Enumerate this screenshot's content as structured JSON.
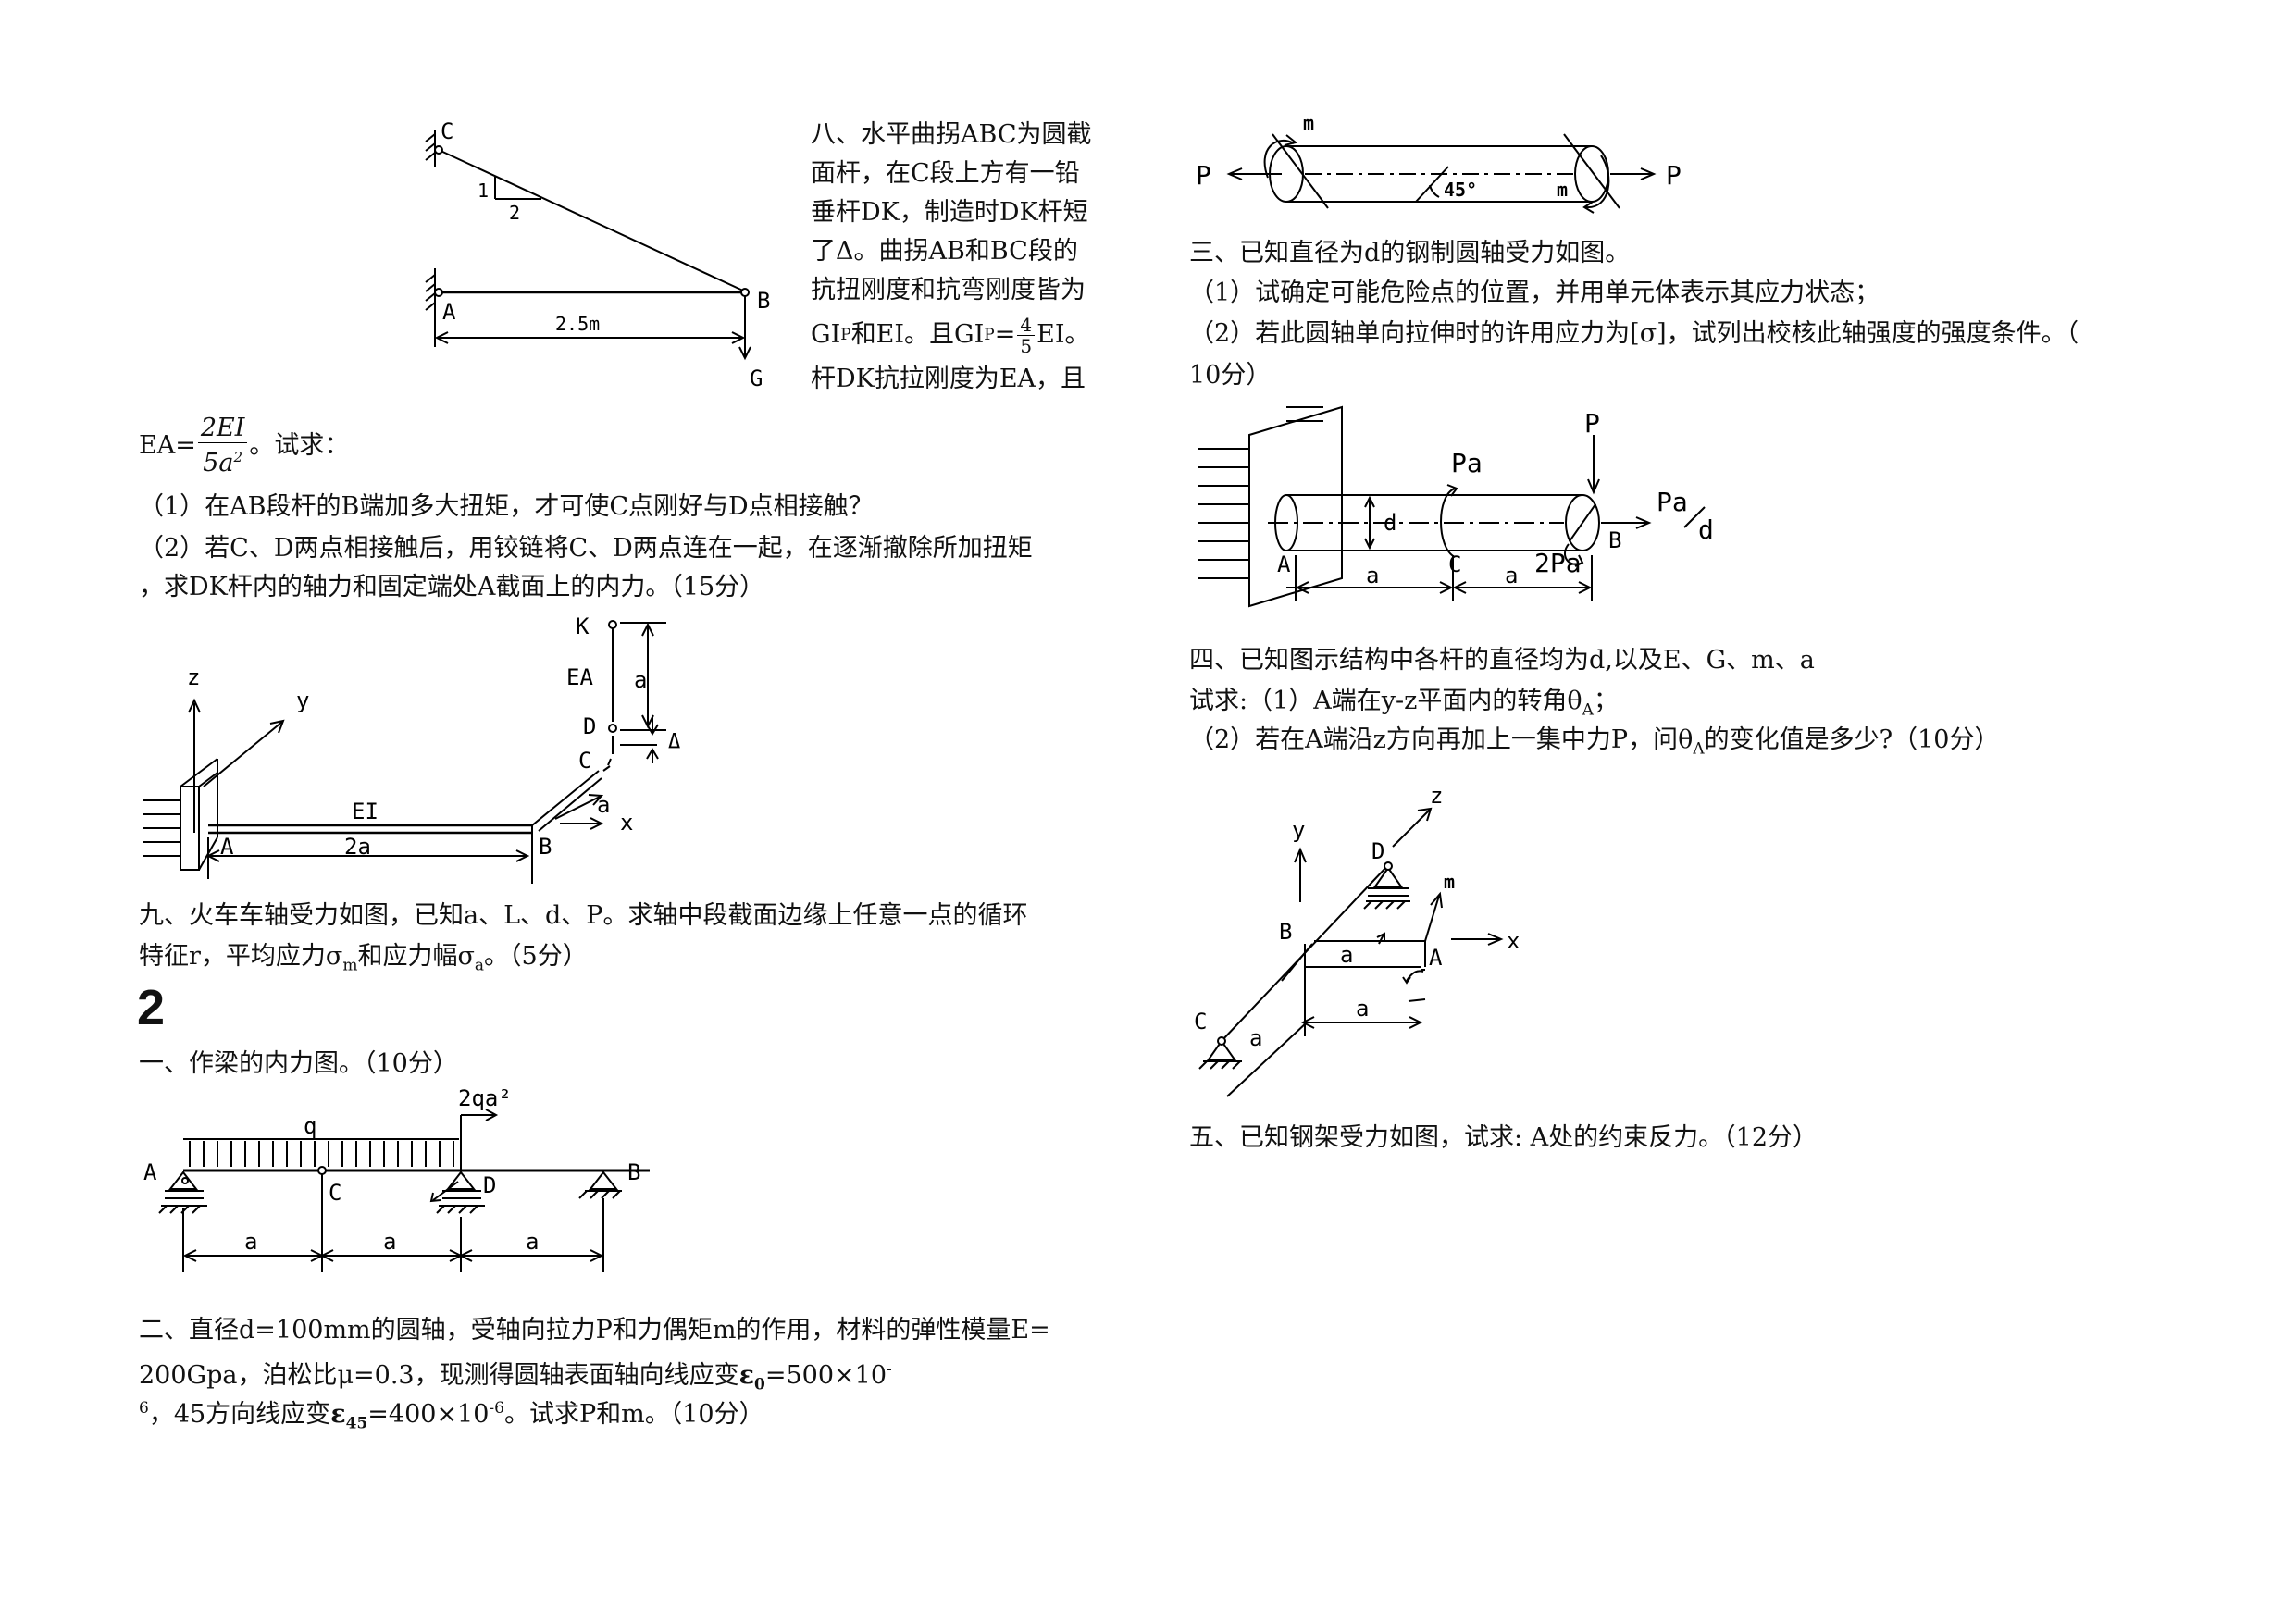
{
  "left": {
    "q8": {
      "lines": [
        "八、水平曲拐ABC为圆截",
        "面杆，在C段上方有一铅",
        "垂杆DK，制造时DK杆短",
        "了Δ。曲拐AB和BC段的",
        "抗扭刚度和抗弯刚度皆为"
      ],
      "line6_a": "GI",
      "line6_sub": "P",
      "line6_b": "和EI。且GI",
      "line6_sub2": "P",
      "line6_c": "=",
      "line6_frac_n": "4",
      "line6_frac_d": "5",
      "line6_d": "EI。",
      "line7": "杆DK抗拉刚度为EA，且",
      "ea_prefix": "EA=",
      "ea_frac_n": "2EI",
      "ea_frac_d": "5a",
      "ea_sup": "2",
      "ea_suffix": "。试求：",
      "q1": "（1）在AB段杆的B端加多大扭矩，才可使C点刚好与D点相接触？",
      "q2a": "（2）若C、D两点相接触后，用铰链将C、D两点连在一起，在逐渐撤除所加扭矩",
      "q2b": "，求DK杆内的轴力和固定端处A截面上的内力。（15分）"
    },
    "fig8a": {
      "C": "C",
      "A": "A",
      "B": "B",
      "G": "G",
      "n1": "1",
      "n2": "2",
      "len": "2.5m"
    },
    "fig8b": {
      "z": "z",
      "y": "y",
      "x": "x",
      "K": "K",
      "EA": "EA",
      "a_v": "a",
      "D": "D",
      "C": "C",
      "delta": "Δ",
      "EI": "EI",
      "a_d": "a",
      "A": "A",
      "a2": "2a",
      "B": "B"
    },
    "q9": {
      "a": "九、火车车轴受力如图，已知a、L、d、P。求轴中段截面边缘上任意一点的循环",
      "b1": "特征r，平均应力σ",
      "b_sub1": "m",
      "b2": "和应力幅σ",
      "b_sub2": "a",
      "b3": "。（5分）"
    },
    "section2": "2",
    "q1": "一、作梁的内力图。（10分）",
    "fig1": {
      "load": "2qa²",
      "q": "q",
      "A": "A",
      "C": "C",
      "D": "D",
      "B": "B",
      "a1": "a",
      "a2": "a",
      "a3": "a"
    },
    "q2": {
      "l1": "二、直径d=100mm的圆轴，受轴向拉力P和力偶矩m的作用，材料的弹性模量E=",
      "l2a": "200Gpa，泊松比μ=0.3，现测得圆轴表面轴向线应变",
      "l2b": "ε",
      "l2sub": "0",
      "l2c": "=500×10",
      "l2d": "-",
      "l3a": "6",
      "l3b": "，45方向线应变",
      "l3c": "ε",
      "l3sub": "45",
      "l3d": "=400×10",
      "l3sup": "-6",
      "l3e": "。试求P和m。（10分）"
    }
  },
  "right": {
    "fig2": {
      "P1": "P",
      "P2": "P",
      "m1": "m",
      "m2": "m",
      "angle": "45°"
    },
    "q3": {
      "t": "三、已知直径为d的钢制圆轴受力如图。",
      "a": "（1）试确定可能危险点的位置，并用单元体表示其应力状态；",
      "b": "（2）若此圆轴单向拉伸时的许用应力为[σ]，试列出校核此轴强度的强度条件。（",
      "c": "10分）"
    },
    "fig3": {
      "Pa": "Pa",
      "P": "P",
      "Pad_n": "Pa",
      "Pad_d": "d",
      "d": "d",
      "A": "A",
      "C": "C",
      "B": "B",
      "a1": "a",
      "a2": "a",
      "twoPa": "2Pa"
    },
    "q4": {
      "t": "四、已知图示结构中各杆的直径均为d,以及E、G、m、a",
      "a1": "试求:（1）A端在y-z平面内的转角θ",
      "a_sub": "A",
      "a2": "；",
      "b1": "（2）若在A端沿z方向再加上一集中力P，问θ",
      "b_sub": "A",
      "b2": "的变化值是多少?（10分）"
    },
    "fig4": {
      "y": "y",
      "z": "z",
      "x": "x",
      "D": "D",
      "m": "m",
      "B": "B",
      "A": "A",
      "C": "C",
      "a1": "a",
      "a2": "a",
      "a3": "a"
    },
    "q5": "五、已知钢架受力如图，试求: A处的约束反力。（12分）"
  }
}
